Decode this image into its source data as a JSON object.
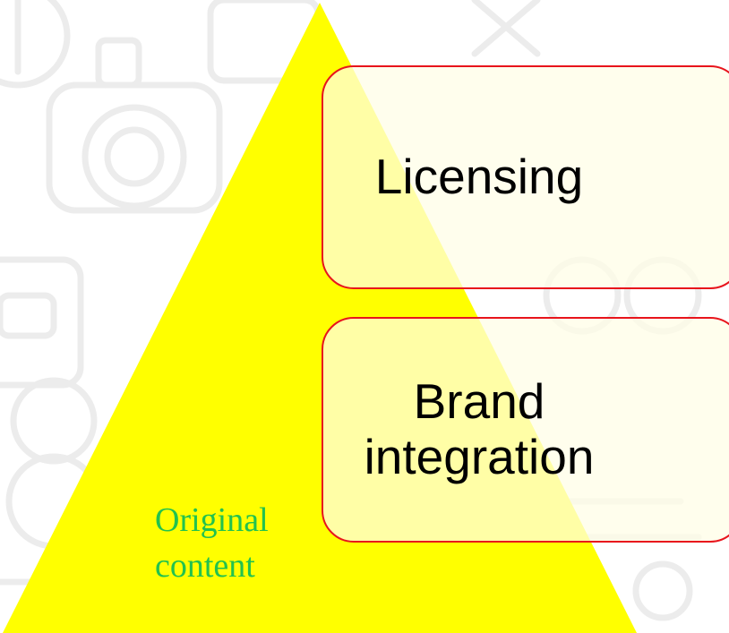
{
  "diagram": {
    "pyramid": {
      "label": "Original\ncontent",
      "fill_color": "#ffff00",
      "label_color": "#22c24e"
    },
    "boxes": [
      {
        "label": "Licensing"
      },
      {
        "label": "Brand\nintegration"
      }
    ],
    "box_border_color": "#e8141c",
    "background_pattern": "faint gray line-art icons (camera, cassette, gadgets)"
  }
}
